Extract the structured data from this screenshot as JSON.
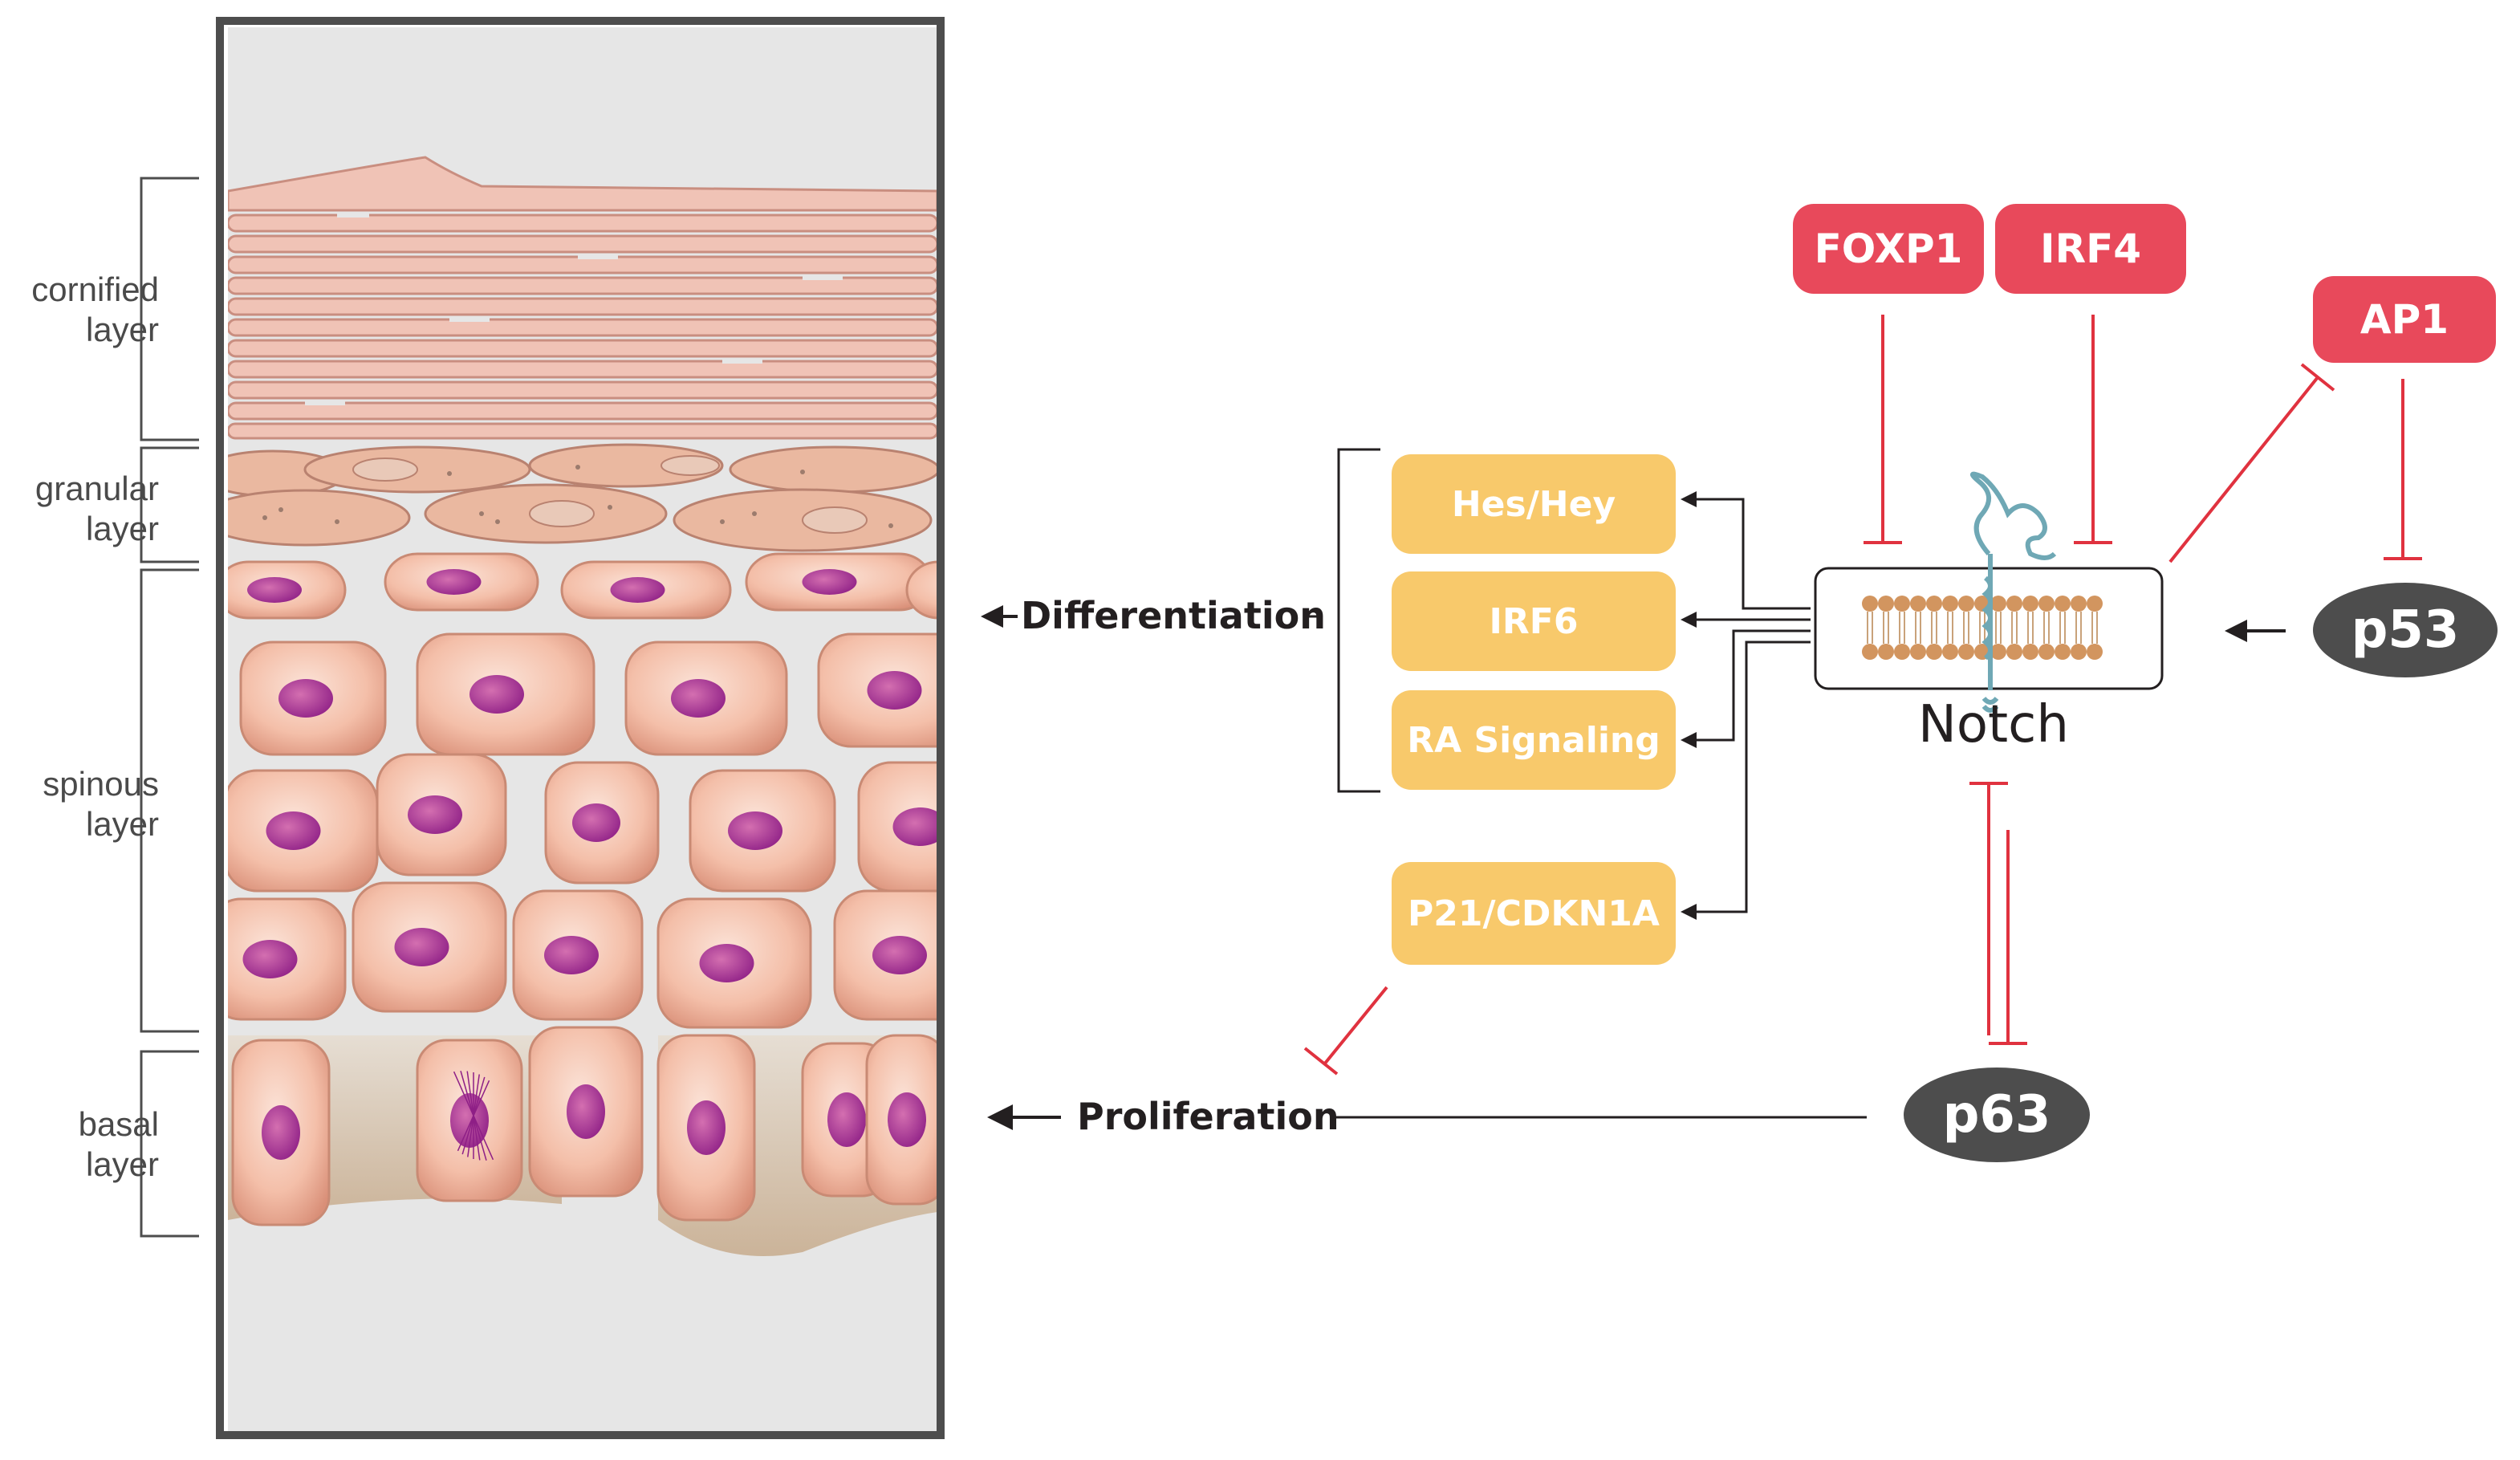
{
  "skin_layers": [
    {
      "id": "cornified",
      "line1": "cornified",
      "line2": "layer"
    },
    {
      "id": "granular",
      "line1": "granular",
      "line2": "layer"
    },
    {
      "id": "spinous",
      "line1": "spinous",
      "line2": "layer"
    },
    {
      "id": "basal",
      "line1": "basal",
      "line2": "layer"
    }
  ],
  "processes": {
    "differentiation": "Differentiation",
    "proliferation": "Proliferation"
  },
  "targets": {
    "hes_hey": "Hes/Hey",
    "irf6": "IRF6",
    "ra_signaling": "RA Signaling",
    "p21": "P21/CDKN1A"
  },
  "regulators": {
    "foxp1": "FOXP1",
    "irf4": "IRF4",
    "ap1": "AP1",
    "p53": "p53",
    "p63": "p63"
  },
  "receptor": {
    "label": "Notch"
  },
  "colors": {
    "activator_box": "#f8c96b",
    "repressor_box": "#e8495b",
    "tf_oval": "#4d4d4d",
    "inhibition_line": "#e0323f",
    "arrow_line": "#231f20",
    "cell_fill": "#f3b9a3",
    "nucleus": "#9b2a8e"
  },
  "icons": [
    "notch-receptor-icon",
    "membrane-bilayer-icon"
  ]
}
